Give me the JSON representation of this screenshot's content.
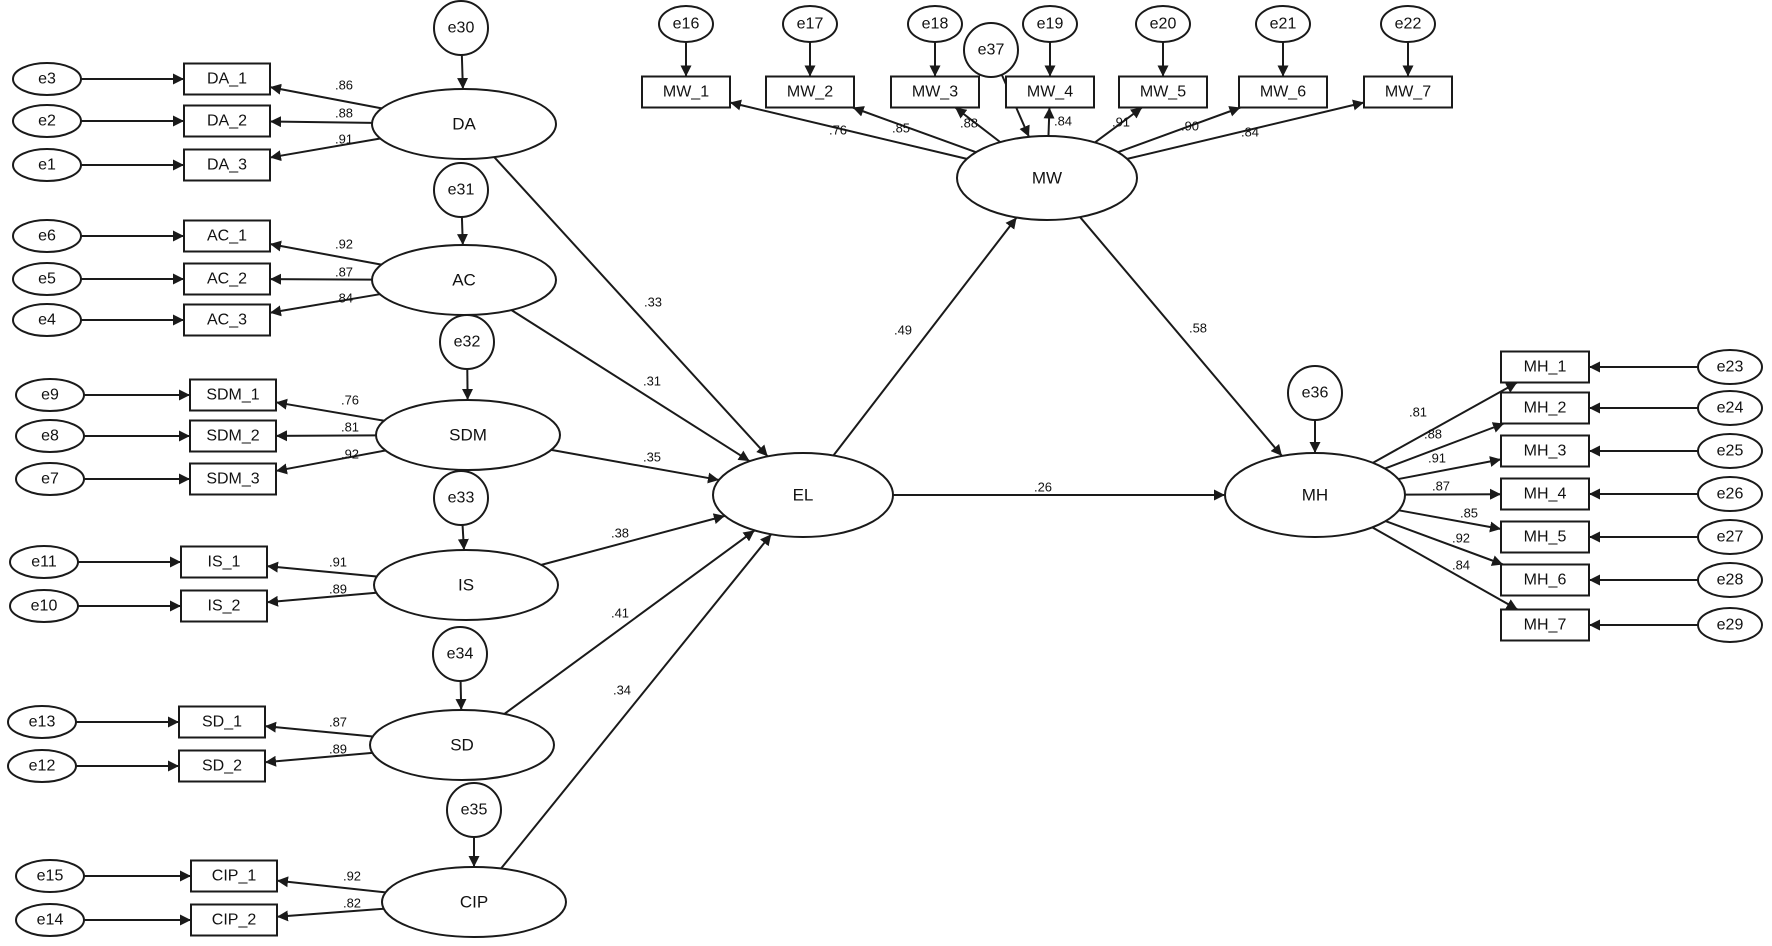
{
  "diagram": {
    "latent": [
      "DA",
      "AC",
      "SDM",
      "IS",
      "SD",
      "CIP",
      "EL",
      "MW",
      "MH"
    ],
    "indicators": {
      "DA": [
        "DA_1",
        "DA_2",
        "DA_3"
      ],
      "AC": [
        "AC_1",
        "AC_2",
        "AC_3"
      ],
      "SDM": [
        "SDM_1",
        "SDM_2",
        "SDM_3"
      ],
      "IS": [
        "IS_1",
        "IS_2"
      ],
      "SD": [
        "SD_1",
        "SD_2"
      ],
      "CIP": [
        "CIP_1",
        "CIP_2"
      ],
      "MW": [
        "MW_1",
        "MW_2",
        "MW_3",
        "MW_4",
        "MW_5",
        "MW_6",
        "MW_7"
      ],
      "MH": [
        "MH_1",
        "MH_2",
        "MH_3",
        "MH_4",
        "MH_5",
        "MH_6",
        "MH_7"
      ]
    },
    "indicator_errors": {
      "DA_1": "e3",
      "DA_2": "e2",
      "DA_3": "e1",
      "AC_1": "e6",
      "AC_2": "e5",
      "AC_3": "e4",
      "SDM_1": "e9",
      "SDM_2": "e8",
      "SDM_3": "e7",
      "IS_1": "e11",
      "IS_2": "e10",
      "SD_1": "e13",
      "SD_2": "e12",
      "CIP_1": "e15",
      "CIP_2": "e14",
      "MW_1": "e16",
      "MW_2": "e17",
      "MW_3": "e18",
      "MW_4": "e19",
      "MW_5": "e20",
      "MW_6": "e21",
      "MW_7": "e22",
      "MH_1": "e23",
      "MH_2": "e24",
      "MH_3": "e25",
      "MH_4": "e26",
      "MH_5": "e27",
      "MH_6": "e28",
      "MH_7": "e29"
    },
    "latent_errors": {
      "DA": "e30",
      "AC": "e31",
      "SDM": "e32",
      "IS": "e33",
      "SD": "e34",
      "CIP": "e35",
      "MH": "e36",
      "MW": "e37"
    },
    "loadings": {
      "DA_1": ".86",
      "DA_2": ".88",
      "DA_3": ".91",
      "AC_1": ".92",
      "AC_2": ".87",
      "AC_3": ".84",
      "SDM_1": ".76",
      "SDM_2": ".81",
      "SDM_3": ".92",
      "IS_1": ".91",
      "IS_2": ".89",
      "SD_1": ".87",
      "SD_2": ".89",
      "CIP_1": ".92",
      "CIP_2": ".82",
      "MW_1": ".76",
      "MW_2": ".85",
      "MW_3": ".88",
      "MW_4": ".84",
      "MW_5": ".91",
      "MW_6": ".90",
      "MW_7": ".84",
      "MH_1": ".81",
      "MH_2": ".88",
      "MH_3": ".91",
      "MH_4": ".87",
      "MH_5": ".85",
      "MH_6": ".92",
      "MH_7": ".84"
    },
    "paths": [
      {
        "from": "DA",
        "to": "EL",
        "coef": ".33"
      },
      {
        "from": "AC",
        "to": "EL",
        "coef": ".31"
      },
      {
        "from": "SDM",
        "to": "EL",
        "coef": ".35"
      },
      {
        "from": "IS",
        "to": "EL",
        "coef": ".38"
      },
      {
        "from": "SD",
        "to": "EL",
        "coef": ".41"
      },
      {
        "from": "CIP",
        "to": "EL",
        "coef": ".34"
      },
      {
        "from": "EL",
        "to": "MW",
        "coef": ".49"
      },
      {
        "from": "MW",
        "to": "MH",
        "coef": ".58"
      },
      {
        "from": "EL",
        "to": "MH",
        "coef": ".26"
      }
    ]
  }
}
